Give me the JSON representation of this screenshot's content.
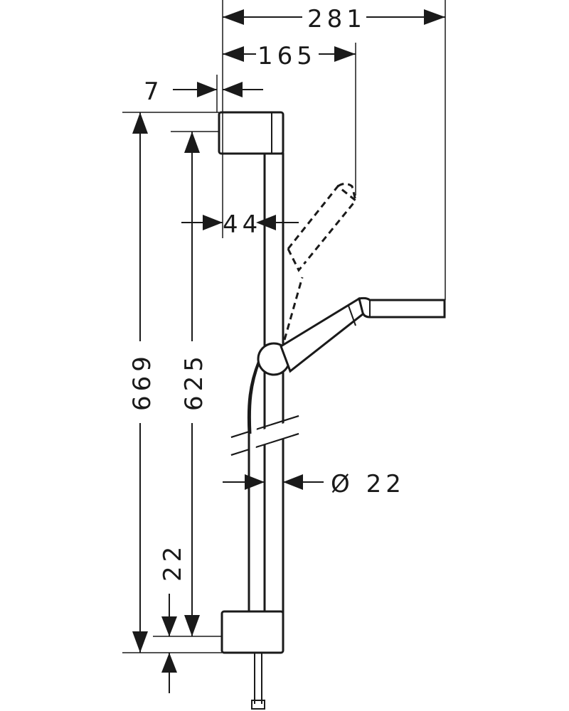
{
  "dimensions": {
    "overall_width": "281",
    "handshower_reach": "165",
    "wall_offset": "7",
    "rail_offset": "44",
    "overall_height": "669",
    "bracket_spacing": "625",
    "bottom_offset": "22",
    "rail_diameter": "Ø 22"
  },
  "colors": {
    "line": "#1a1a1a",
    "background": "#ffffff"
  }
}
